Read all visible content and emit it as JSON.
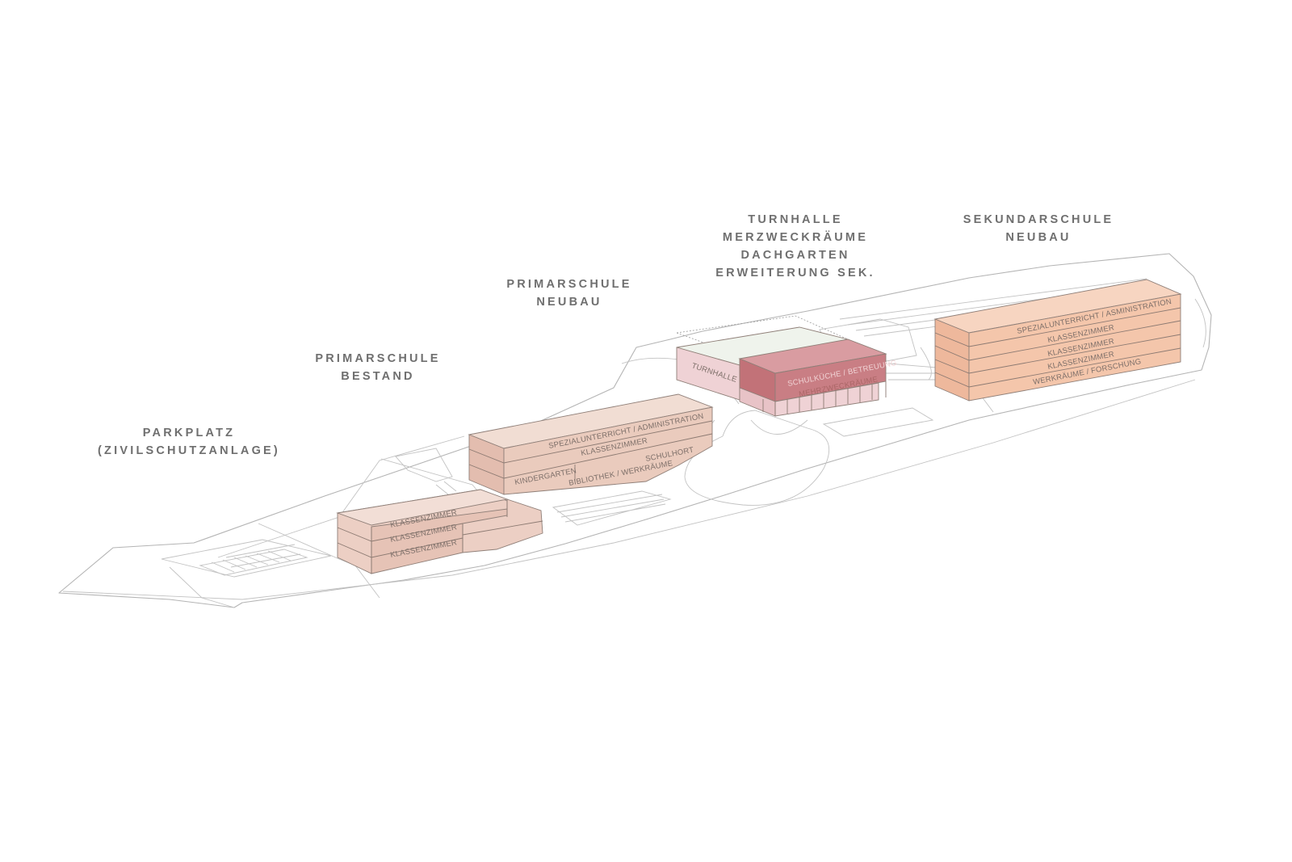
{
  "colors": {
    "secondary_new": "#f4c6ab",
    "primary_new": "#eacbbd",
    "primary_existing": "#eccfc4",
    "gym_dark": "#c97e84",
    "gym_light": "#efd2d5",
    "roof_garden": "#eff3ec",
    "site_lines": "#b4b4b4",
    "label_text": "#6f6f6f"
  },
  "labels": {
    "parking": [
      "PARKPLATZ",
      "(ZIVILSCHUTZANLAGE)"
    ],
    "primary_existing": [
      "PRIMARSCHULE",
      "BESTAND"
    ],
    "primary_new": [
      "PRIMARSCHULE",
      "NEUBAU"
    ],
    "gym": [
      "TURNHALLE",
      "MERZWECKRÄUME",
      "DACHGARTEN",
      "ERWEITERUNG SEK."
    ],
    "secondary_new": [
      "SEKUNDARSCHULE",
      "NEUBAU"
    ]
  },
  "floors": {
    "primary_existing": [
      "KLASSENZIMMER",
      "KLASSENZIMMER",
      "KLASSENZIMMER"
    ],
    "primary_new": {
      "top": "SPEZIALUNTERRICHT / ADMINISTRATION",
      "second": "KLASSENZIMMER",
      "kindergarten": "KINDERGARTEN",
      "schulhort": "SCHULHORT",
      "ground": "BIBLIOTHEK / WERKRÄUME"
    },
    "gym": {
      "hall": "TURNHALLE",
      "upper": "SCHULKÜCHE / BETREUUNG",
      "lower": "MEHRZWECKRÄUME"
    },
    "secondary_new": [
      "SPEZIALUNTERRICHT / ASMINISTRATION",
      "KLASSENZIMMER",
      "KLASSENZIMMER",
      "KLASSENZIMMER",
      "WERKRÄUME / FORSCHUNG"
    ]
  }
}
